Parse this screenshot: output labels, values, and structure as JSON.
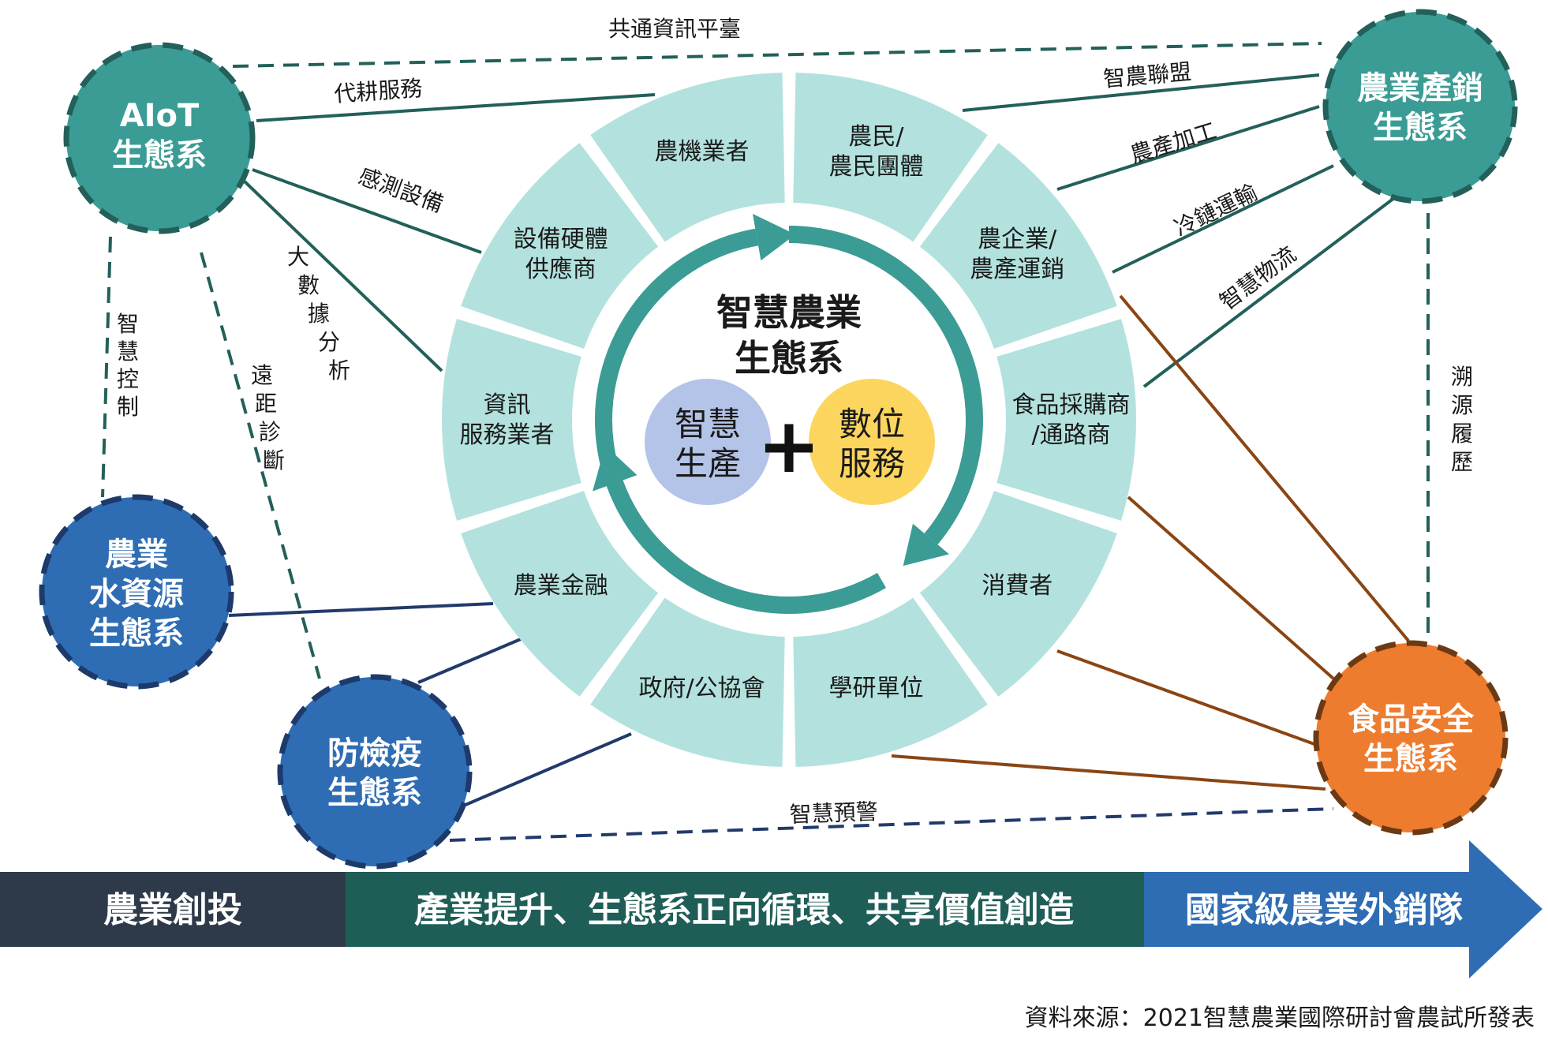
{
  "center": {
    "title_line1": "智慧農業",
    "title_line2": "生態系",
    "left_circle": [
      "智慧",
      "生產"
    ],
    "right_circle": [
      "數位",
      "服務"
    ],
    "plus": "+"
  },
  "ring_segments": [
    {
      "lines": [
        "農民/",
        "農民團體"
      ]
    },
    {
      "lines": [
        "農企業/",
        "農產運銷"
      ]
    },
    {
      "lines": [
        "食品採購商",
        "/通路商"
      ]
    },
    {
      "lines": [
        "消費者"
      ]
    },
    {
      "lines": [
        "學研單位"
      ]
    },
    {
      "lines": [
        "政府/公協會"
      ]
    },
    {
      "lines": [
        "農業金融"
      ]
    },
    {
      "lines": [
        "資訊",
        "服務業者"
      ]
    },
    {
      "lines": [
        "設備硬體",
        "供應商"
      ]
    },
    {
      "lines": [
        "農機業者"
      ]
    }
  ],
  "ecosystems": {
    "aiot": [
      "AIoT",
      "生態系"
    ],
    "marketing": [
      "農業產銷",
      "生態系"
    ],
    "water": [
      "農業",
      "水資源",
      "生態系"
    ],
    "quarantine": [
      "防檢疫",
      "生態系"
    ],
    "food_safety": [
      "食品安全",
      "生態系"
    ]
  },
  "edge_labels": {
    "common_platform": "共通資訊平臺",
    "plowing_service": "代耕服務",
    "sensing_equipment": "感測設備",
    "big_data": "大數據分析",
    "smart_control": "智慧控制",
    "remote_diagnosis": "遠距診斷",
    "smart_alliance": "智農聯盟",
    "processing": "農產加工",
    "cold_chain": "冷鏈運輸",
    "smart_logistics": "智慧物流",
    "traceability": "溯源履歷",
    "smart_warning": "智慧預警"
  },
  "banner": {
    "left": "農業創投",
    "middle": "產業提升、生態系正向循環、共享價值創造",
    "right": "國家級農業外銷隊"
  },
  "source": "資料來源：2021智慧農業國際研討會農試所發表",
  "colors": {
    "teal_node": "#3a9c94",
    "blue_node": "#2e6db4",
    "orange_node": "#ee7c2f",
    "ring_fill": "#b3e2de",
    "arrow_teal": "#3a9c94",
    "line_teal": "#23605a",
    "line_navy": "#223a6b",
    "line_brown": "#8b4513",
    "banner_dark": "#2e3a4a",
    "banner_teal": "#1f5e57",
    "banner_blue": "#2e6db4"
  }
}
